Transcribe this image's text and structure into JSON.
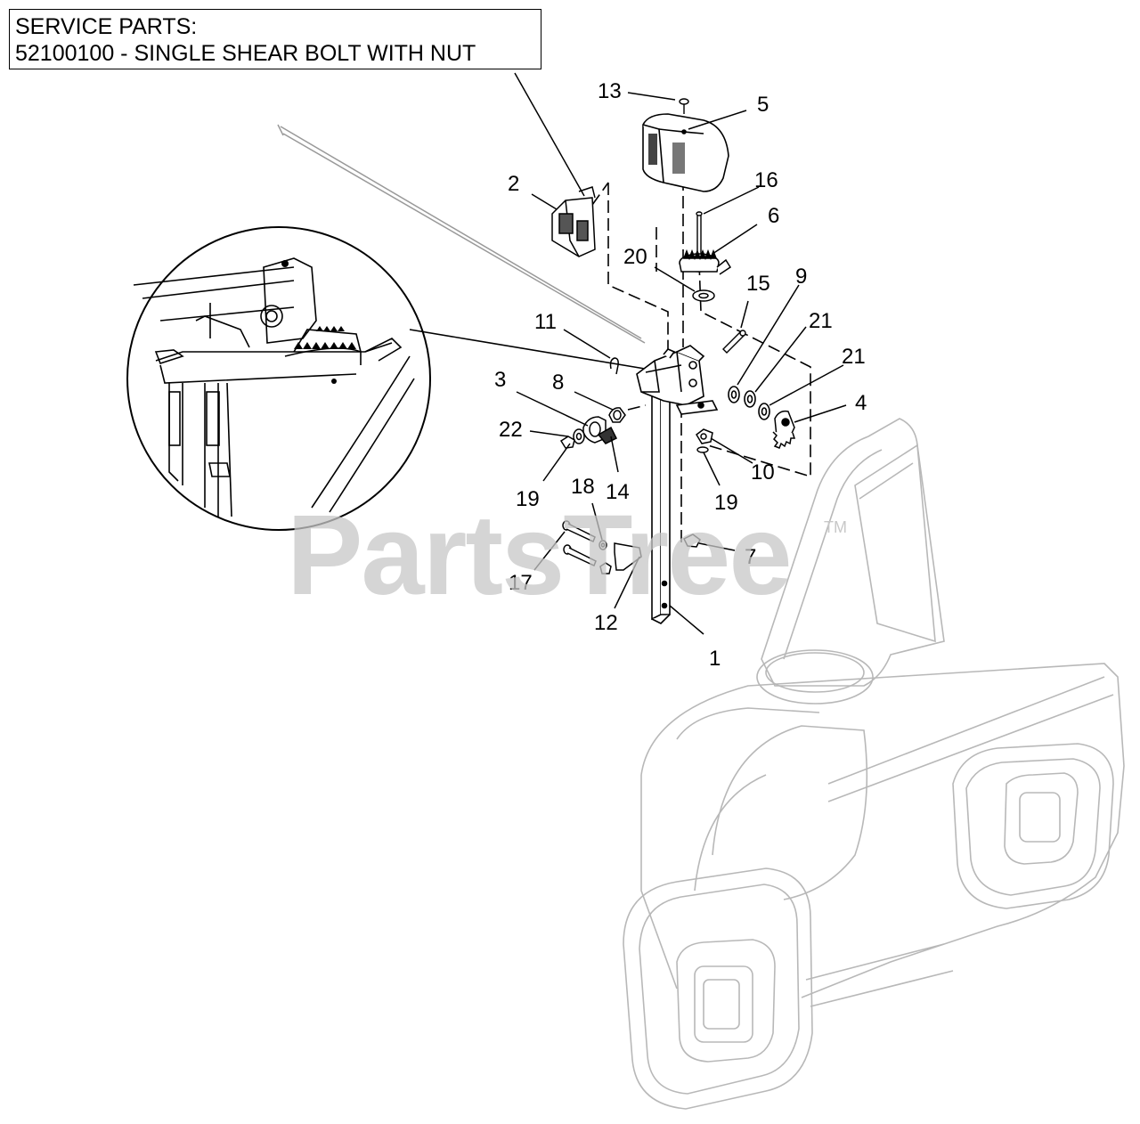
{
  "service_note": {
    "line1": "SERVICE PARTS:",
    "line2": "52100100 - SINGLE SHEAR BOLT WITH NUT"
  },
  "watermark": {
    "text": "PartsTree",
    "trademark": "TM"
  },
  "callouts": [
    "13",
    "5",
    "16",
    "2",
    "6",
    "20",
    "15",
    "9",
    "11",
    "21",
    "21",
    "3",
    "8",
    "4",
    "22",
    "14",
    "10",
    "19",
    "19",
    "18",
    "7",
    "17",
    "12",
    "1"
  ]
}
